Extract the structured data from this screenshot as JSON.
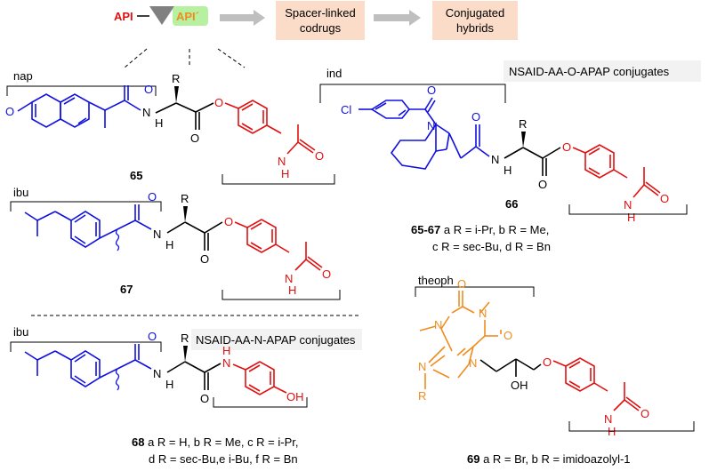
{
  "header": {
    "api_left": "API",
    "api_right": "API´",
    "step1": [
      "Spacer-linked",
      "codrugs"
    ],
    "step2": [
      "Conjugated",
      "hybrids"
    ]
  },
  "groups": {
    "nap": "nap",
    "ind": "ind",
    "ibu1": "ibu",
    "ibu2": "ibu",
    "theoph": "theoph"
  },
  "tags": {
    "o_apap": "NSAID-AA-O-APAP conjugates",
    "n_apap": "NSAID-AA-N-APAP conjugates"
  },
  "compounds": {
    "c65": "65",
    "c66": "66",
    "c67": "67",
    "c65_67": {
      "num": "65-67",
      "line1": " a R = i-Pr, b R = Me,",
      "line2": "c R = sec-Bu, d R = Bn"
    },
    "c68": {
      "num": "68",
      "line1": " a R = H, b R = Me, c R = i-Pr,",
      "line2": "d R = sec-Bu,e i-Bu, f R = Bn"
    },
    "c69": {
      "num": "69",
      "line1": " a R = Br, b R = imidoazolyl-1"
    }
  },
  "atoms": {
    "O": "O",
    "N": "N",
    "H": "H",
    "NH": "NH",
    "OH": "OH",
    "R": "R",
    "Cl": "Cl"
  },
  "colors": {
    "nsaid": "#1010e0",
    "apap": "#e01010",
    "theophylline": "#f08c1e",
    "api_red": "#e01010",
    "api_orange": "#f08c1e",
    "flow_box": "#fbdcc8",
    "arrow": "#bfbfbf"
  }
}
